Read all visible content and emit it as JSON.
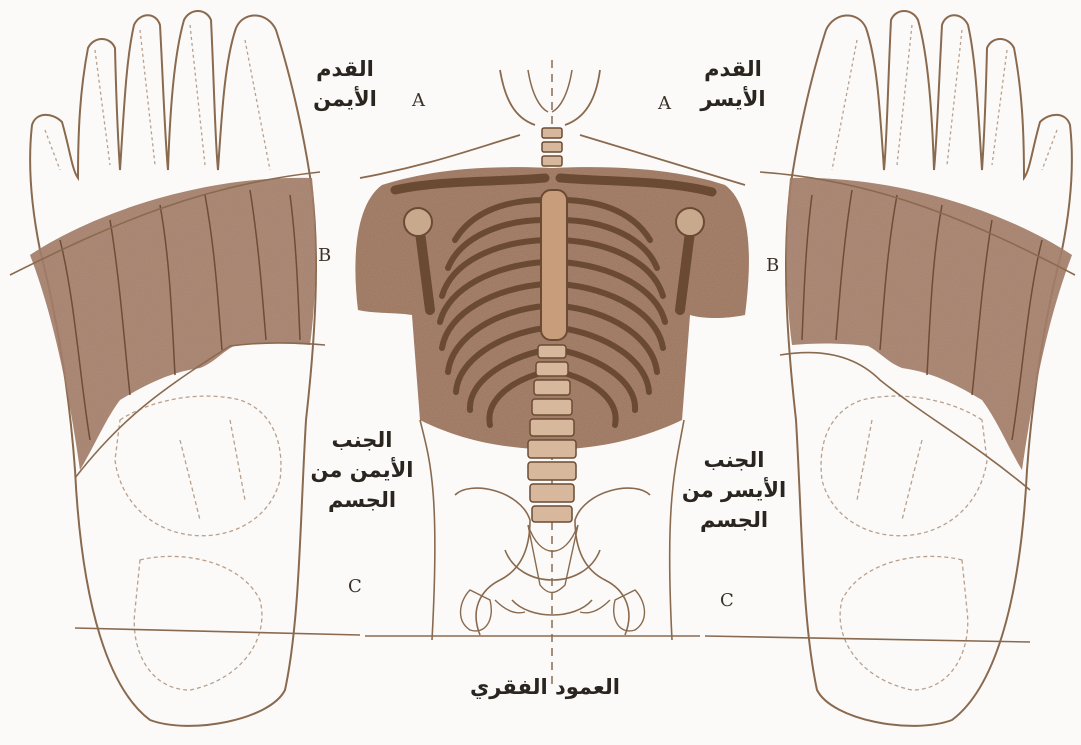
{
  "labels": {
    "right_foot": "القدم\nالأيمن",
    "left_foot": "القدم\nالأيسر",
    "right_side": "الجنب\nالأيمن من\nالجسم",
    "left_side": "الجنب\nالأيسر من\nالجسم",
    "spine": "العمود الفقري"
  },
  "zones": {
    "a": "A",
    "b": "B",
    "c": "C"
  },
  "colors": {
    "outline": "#8a6a4f",
    "shade": "#9c7660",
    "bone": "#a87a55",
    "text": "#2b2520"
  }
}
